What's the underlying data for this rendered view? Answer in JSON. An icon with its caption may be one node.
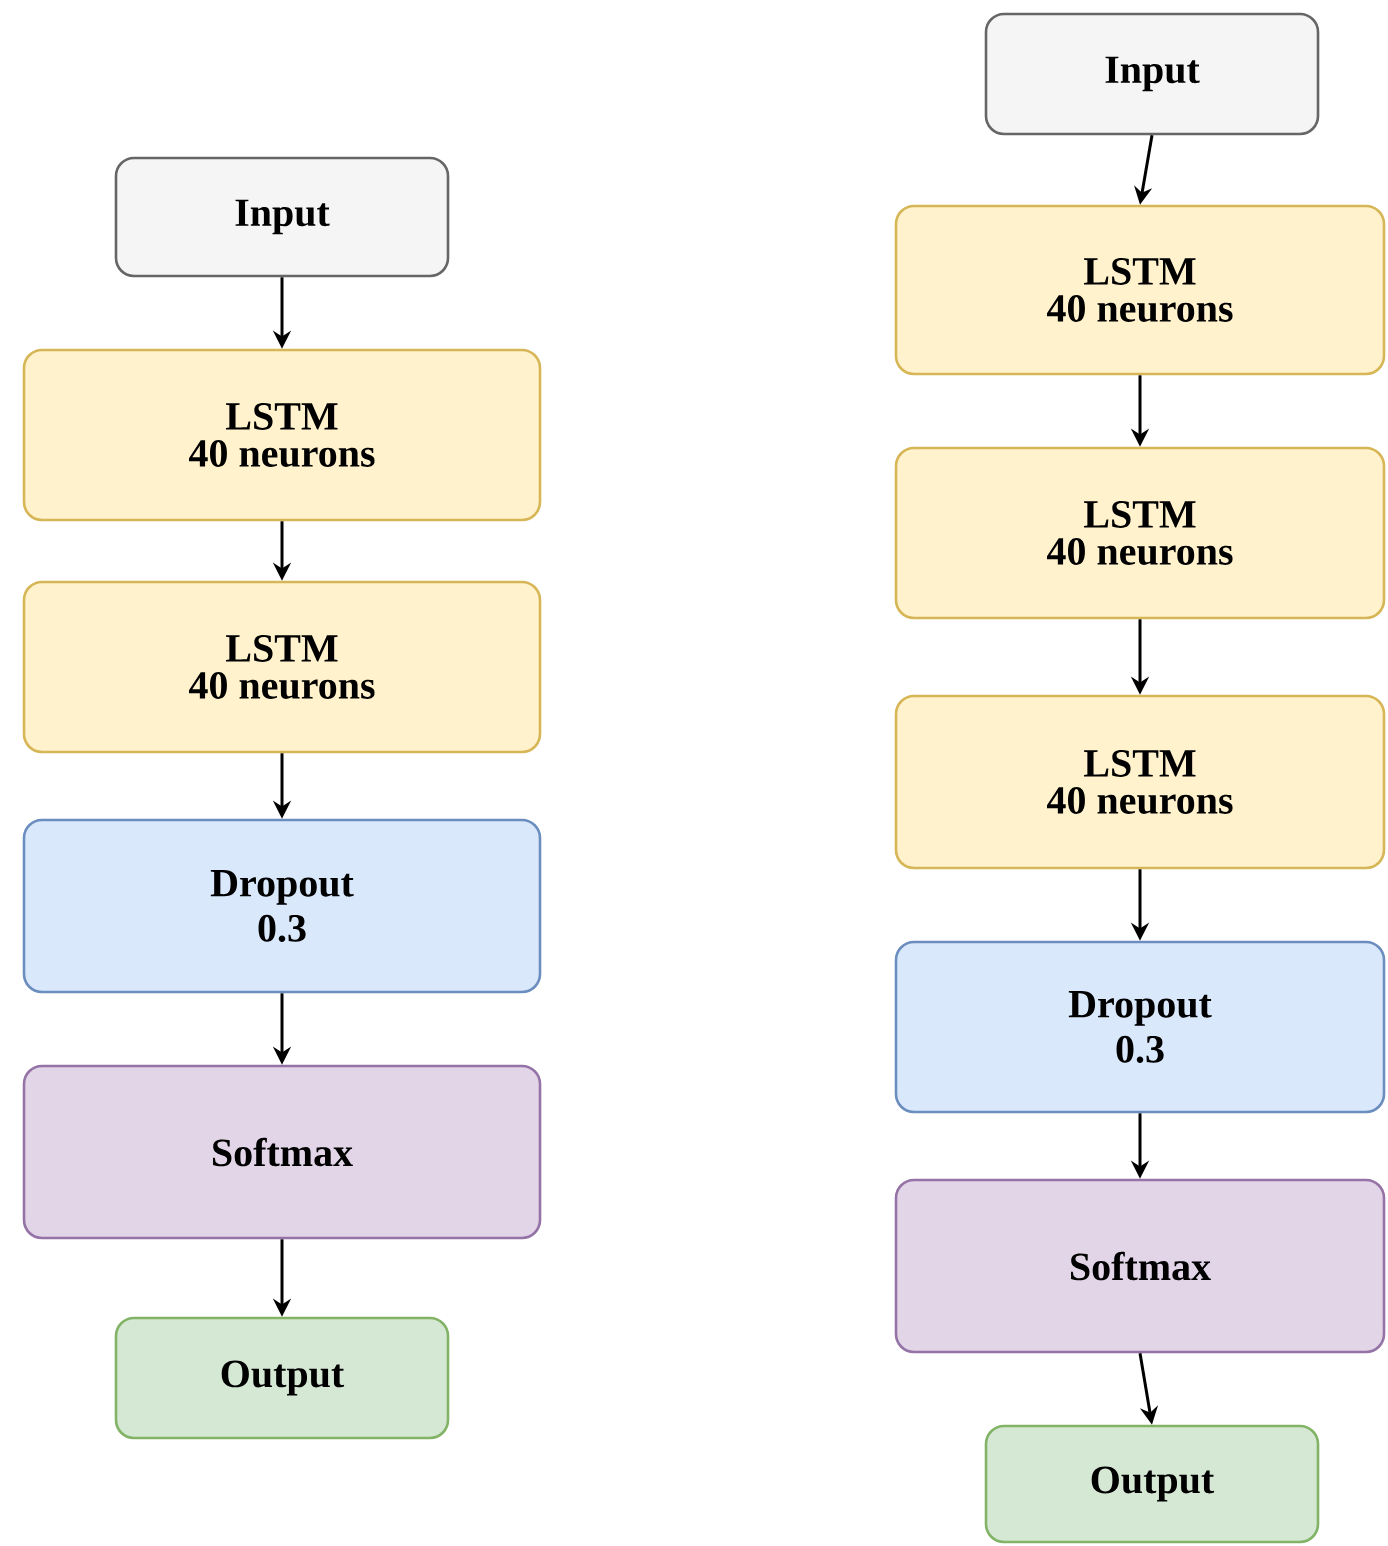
{
  "diagram": {
    "nodes": [
      {
        "text": [
          "Input"
        ]
      },
      {
        "text": [
          "LSTM",
          "40 neurons"
        ]
      },
      {
        "text": [
          "LSTM",
          "40 neurons"
        ]
      },
      {
        "text": [
          "Dropout",
          "0.3"
        ]
      },
      {
        "text": [
          "Softmax"
        ]
      },
      {
        "text": [
          "Output"
        ]
      },
      {
        "text": [
          "Input"
        ]
      },
      {
        "text": [
          "LSTM",
          "40 neurons"
        ]
      },
      {
        "text": [
          "LSTM",
          "40 neurons"
        ]
      },
      {
        "text": [
          "LSTM",
          "40 neurons"
        ]
      },
      {
        "text": [
          "Dropout",
          "0.3"
        ]
      },
      {
        "text": [
          "Softmax"
        ]
      },
      {
        "text": [
          "Output"
        ]
      }
    ],
    "edges": [
      {
        "from": 0,
        "to": 1,
        "arrow": "to"
      },
      {
        "from": 1,
        "to": 2,
        "arrow": "to"
      },
      {
        "from": 2,
        "to": 3,
        "arrow": "to"
      },
      {
        "from": 3,
        "to": 4,
        "arrow": "to"
      },
      {
        "from": 4,
        "to": 5,
        "arrow": "to"
      },
      {
        "from": 6,
        "to": 7,
        "arrow": "to"
      },
      {
        "from": 7,
        "to": 8,
        "arrow": "to"
      },
      {
        "from": 8,
        "to": 9,
        "arrow": "to"
      },
      {
        "from": 9,
        "to": 10,
        "arrow": "to"
      },
      {
        "from": 10,
        "to": 11,
        "arrow": "to"
      },
      {
        "from": 11,
        "to": 12,
        "arrow": "to"
      }
    ]
  }
}
